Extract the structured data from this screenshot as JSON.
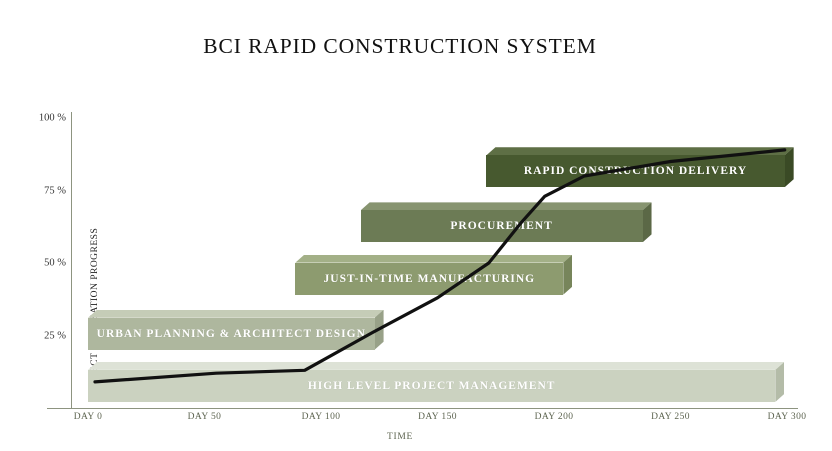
{
  "chart_data": {
    "type": "bar",
    "title": "BCI RAPID CONSTRUCTION SYSTEM",
    "subtitle": "",
    "xlabel": "TIME",
    "ylabel": "PROJECT REALISATION PROGRESS",
    "grid": false,
    "legend_position": "none",
    "xlim": [
      0,
      300
    ],
    "ylim": [
      0,
      100
    ],
    "x_ticks": [
      {
        "value": 0,
        "label": "DAY 0"
      },
      {
        "value": 50,
        "label": "DAY 50"
      },
      {
        "value": 100,
        "label": "DAY 100"
      },
      {
        "value": 150,
        "label": "DAY 150"
      },
      {
        "value": 200,
        "label": "DAY 200"
      },
      {
        "value": 250,
        "label": "DAY 250"
      },
      {
        "value": 300,
        "label": "DAY 300"
      }
    ],
    "y_ticks": [
      {
        "value": 25,
        "label": "25 %"
      },
      {
        "value": 50,
        "label": "50 %"
      },
      {
        "value": 75,
        "label": "75 %"
      },
      {
        "value": 100,
        "label": "100 %"
      }
    ],
    "bars": [
      {
        "name": "high-level-project-management",
        "label": "HIGH LEVEL PROJECT MANAGEMENT",
        "start_day": 0,
        "end_day": 295,
        "y_level": 9,
        "color": "#CBD2C0",
        "top_color": "#DDE2D6",
        "side_color": "#B4BCA8"
      },
      {
        "name": "urban-planning-architect-design",
        "label": "URBAN PLANNING & ARCHITECT DESIGN",
        "start_day": 0,
        "end_day": 123,
        "y_level": 27,
        "color": "#AEB79E",
        "top_color": "#C5CCB7",
        "side_color": "#98A188"
      },
      {
        "name": "just-in-time-manufacturing",
        "label": "JUST-IN-TIME MANUFACTURING",
        "start_day": 89,
        "end_day": 204,
        "y_level": 46,
        "color": "#8D9B6F",
        "top_color": "#A3B087",
        "side_color": "#77855B"
      },
      {
        "name": "procurement",
        "label": "PROCUREMENT",
        "start_day": 117,
        "end_day": 238,
        "y_level": 64,
        "color": "#6C7B55",
        "top_color": "#879470",
        "side_color": "#5B6846"
      },
      {
        "name": "rapid-construction-delivery",
        "label": "RAPID CONSTRUCTION DELIVERY",
        "start_day": 171,
        "end_day": 299,
        "y_level": 83,
        "color": "#47592F",
        "top_color": "#5E6F45",
        "side_color": "#3A4A25"
      }
    ],
    "series": [
      {
        "name": "Project realisation progress",
        "color": "#111111",
        "points": [
          {
            "day": 3,
            "progress": 9
          },
          {
            "day": 55,
            "progress": 12
          },
          {
            "day": 93,
            "progress": 13
          },
          {
            "day": 122,
            "progress": 26
          },
          {
            "day": 150,
            "progress": 38
          },
          {
            "day": 172,
            "progress": 50
          },
          {
            "day": 186,
            "progress": 64
          },
          {
            "day": 196,
            "progress": 73
          },
          {
            "day": 213,
            "progress": 80
          },
          {
            "day": 250,
            "progress": 85
          },
          {
            "day": 299,
            "progress": 89
          }
        ]
      }
    ]
  },
  "colors": {
    "axis": "#8d9480",
    "axis_text": "#5d6450",
    "title_text": "#111111",
    "line": "#111111",
    "background": "#ffffff"
  }
}
